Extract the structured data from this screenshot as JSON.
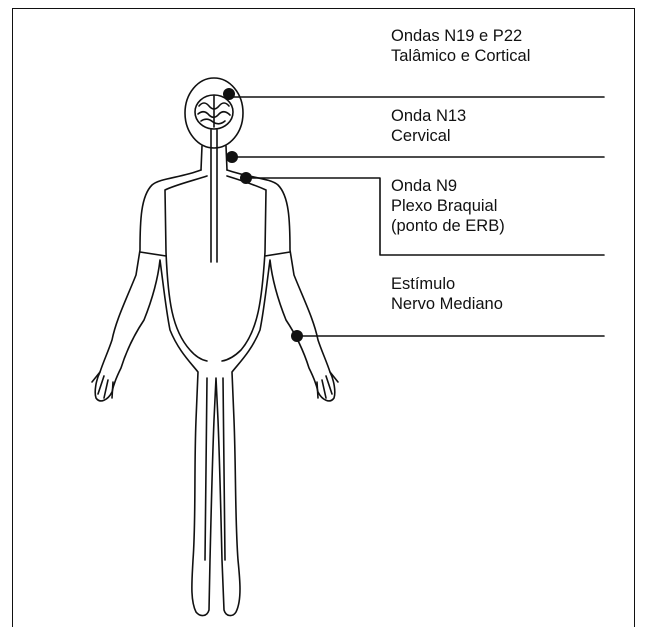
{
  "labels": {
    "waves_n19_p22": {
      "line1": "Ondas N19 e P22",
      "line2": "Talâmico e Cortical"
    },
    "wave_n13": {
      "line1": "Onda N13",
      "line2": "Cervical"
    },
    "wave_n9": {
      "line1": "Onda N9",
      "line2": "Plexo Braquial",
      "line3": "(ponto de ERB)"
    },
    "stimulus": {
      "line1": "Estímulo",
      "line2": "Nervo Mediano"
    }
  },
  "colors": {
    "stroke": "#111111",
    "background": "#ffffff"
  }
}
